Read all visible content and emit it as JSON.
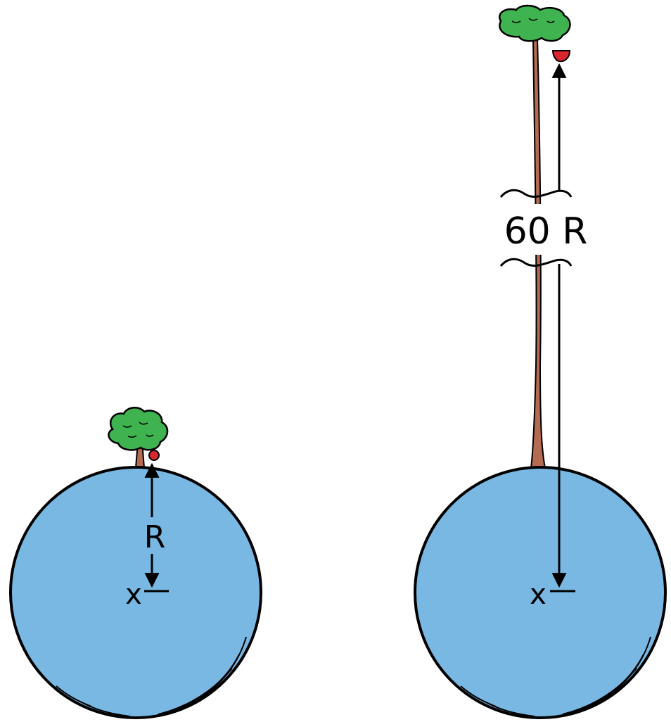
{
  "left_panel": {
    "radius_label": "R",
    "center_mark": "x"
  },
  "right_panel": {
    "distance_label": "60 R",
    "center_mark": "x"
  },
  "colors": {
    "earth": "#79b8e3",
    "foliage": "#3fb350",
    "trunk": "#b56a52",
    "apple": "#d9262f",
    "ink": "#000000"
  }
}
